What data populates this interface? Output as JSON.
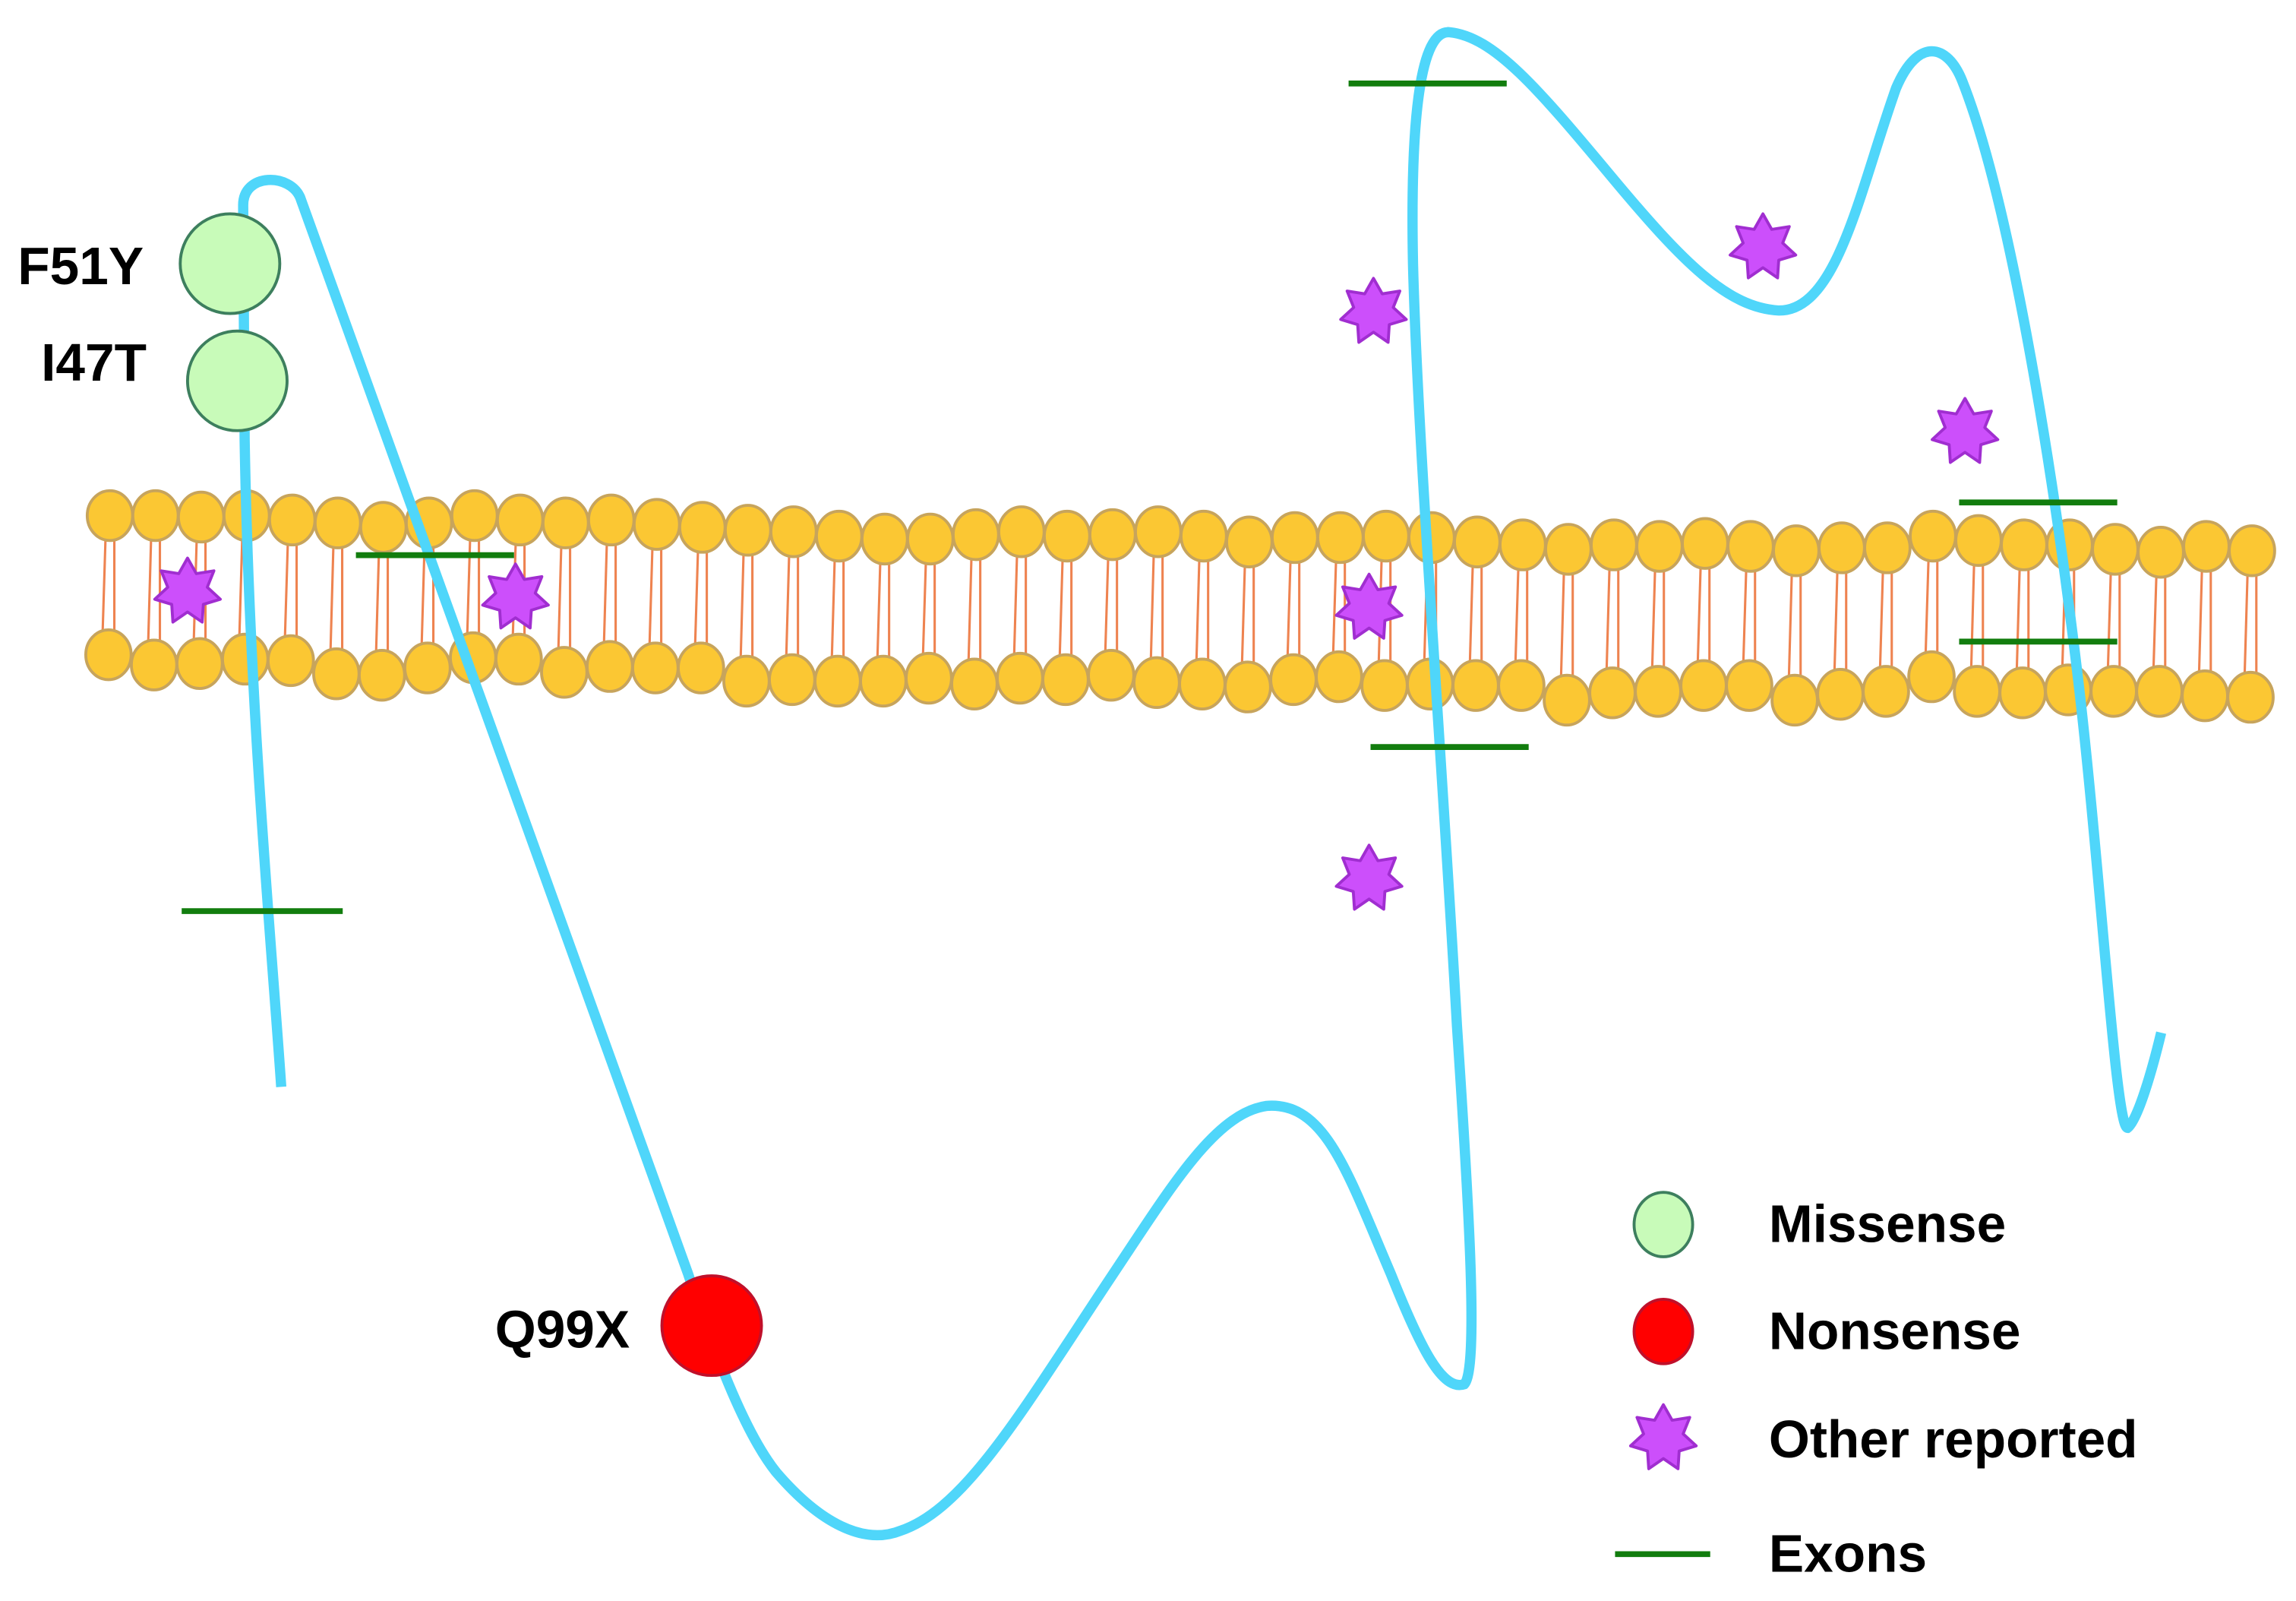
{
  "title": "Protein topology with mutations",
  "colors": {
    "chain": "#4fd6fa",
    "lipid_fill": "#fbc733",
    "lipid_stroke": "#c7a45c",
    "tail": "#ee8350",
    "missense_fill": "#c8fbb9",
    "missense_stroke": "#3d7f5e",
    "nonsense_fill": "#ff0000",
    "nonsense_stroke": "#c0102a",
    "other_fill": "#cc4ffb",
    "other_stroke": "#a02ed0",
    "exon": "#127d0e"
  },
  "mutations": [
    {
      "label": "F51Y",
      "type": "missense"
    },
    {
      "label": "I47T",
      "type": "missense"
    },
    {
      "label": "Q99X",
      "type": "nonsense"
    }
  ],
  "other_reported_count": 7,
  "exon_marker_count": 6,
  "legend": [
    {
      "key": "missense",
      "label": "Missense"
    },
    {
      "key": "nonsense",
      "label": "Nonsense"
    },
    {
      "key": "other",
      "label": "Other reported"
    },
    {
      "key": "exon",
      "label": "Exons"
    }
  ]
}
